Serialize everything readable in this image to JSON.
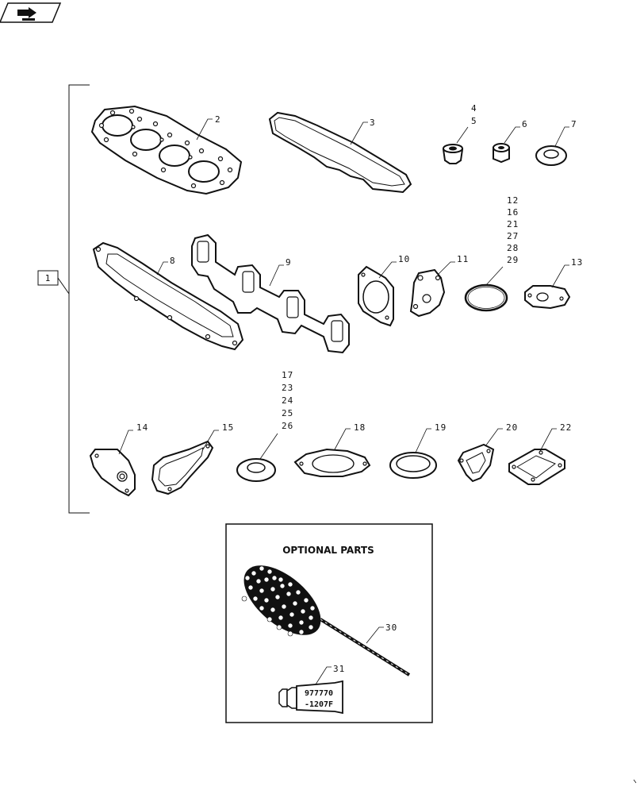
{
  "nav_icon": "book-arrow-icon",
  "group_callout": "1",
  "optional_parts": {
    "title": "OPTIONAL PARTS",
    "tube_line1": "977770",
    "tube_line2": "-1207F"
  },
  "callouts": {
    "c2": "2",
    "c3": "3",
    "c4": "4",
    "c5": "5",
    "c6": "6",
    "c7": "7",
    "c8": "8",
    "c9": "9",
    "c10": "10",
    "c11": "11",
    "c13": "13",
    "c12": "12",
    "c16": "16",
    "c21": "21",
    "c27": "27",
    "c28": "28",
    "c29": "29",
    "c14": "14",
    "c15": "15",
    "c17": "17",
    "c23": "23",
    "c24": "24",
    "c25": "25",
    "c26": "26",
    "c18": "18",
    "c19": "19",
    "c20": "20",
    "c22": "22",
    "c30": "30",
    "c31": "31"
  }
}
